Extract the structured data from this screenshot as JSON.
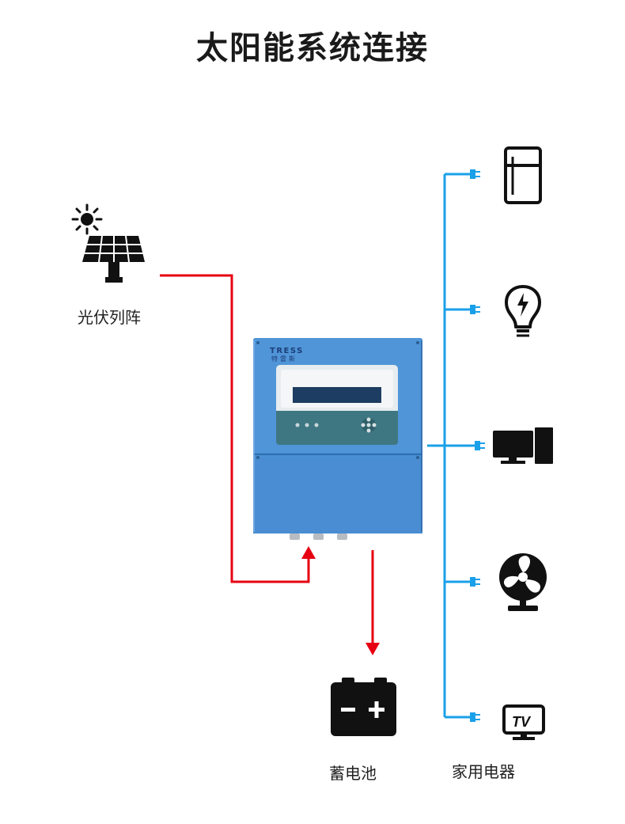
{
  "title": "太阳能系统连接",
  "labels": {
    "pv_array": "光伏列阵",
    "battery": "蓄电池",
    "appliances": "家用电器"
  },
  "controller": {
    "brand": "TRESS",
    "brand_cn": "特雷斯"
  },
  "appliance_icons": [
    "refrigerator-icon",
    "light-bulb-icon",
    "desktop-computer-icon",
    "fan-icon",
    "tv-icon"
  ],
  "tv_text": "TV",
  "colors": {
    "pv_line": "#e60012",
    "load_line": "#1aa0e8",
    "controller_body": "#4a8fd4",
    "icon": "#111111"
  }
}
